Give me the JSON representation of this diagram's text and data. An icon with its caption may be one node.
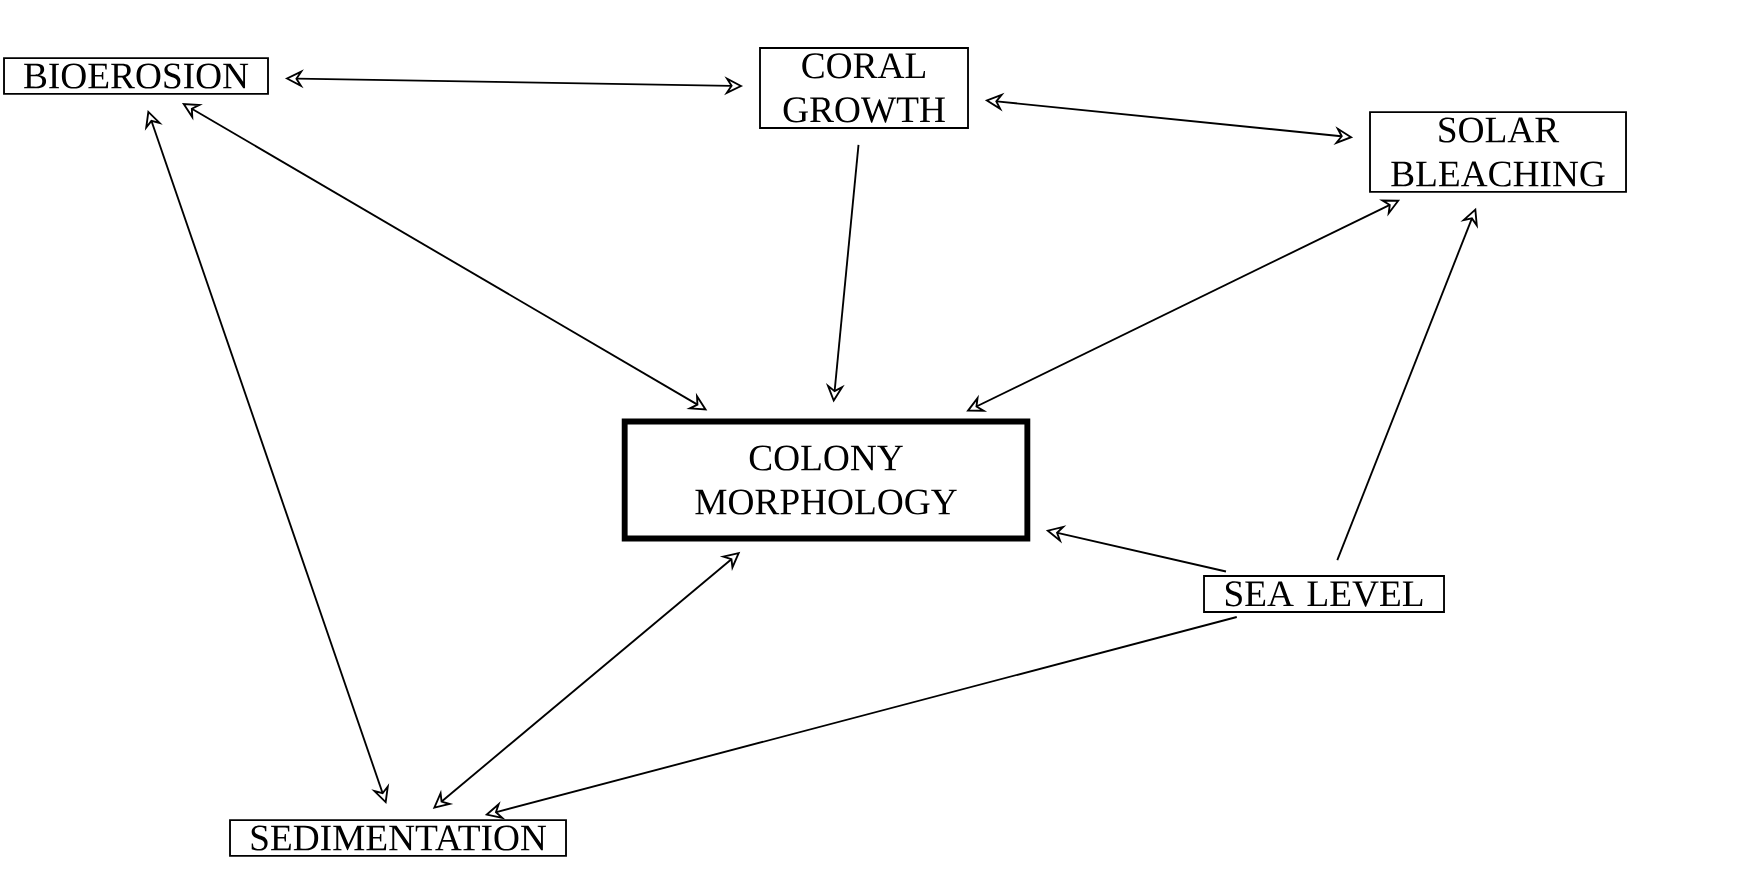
{
  "diagram": {
    "nodes": [
      {
        "text": [
          "BIOEROSION"
        ]
      },
      {
        "text": [
          "CORAL GROWTH"
        ]
      },
      {
        "text": [
          "SOLAR BLEACHING"
        ]
      },
      {
        "text": [
          "COLONY MORPHOLOGY"
        ]
      },
      {
        "text": [
          "SEA LEVEL"
        ]
      },
      {
        "text": [
          "SEDIMENTATION"
        ]
      }
    ],
    "edges": [
      {
        "from": 0,
        "to": 1,
        "arrow": "both"
      },
      {
        "from": 1,
        "to": 2,
        "arrow": "both"
      },
      {
        "from": 0,
        "to": 3,
        "arrow": "both"
      },
      {
        "from": 1,
        "to": 3,
        "arrow": "to"
      },
      {
        "from": 2,
        "to": 3,
        "arrow": "both"
      },
      {
        "from": 0,
        "to": 5,
        "arrow": "both"
      },
      {
        "from": 3,
        "to": 5,
        "arrow": "both"
      },
      {
        "from": 4,
        "to": 3,
        "arrow": "to"
      },
      {
        "from": 4,
        "to": 2,
        "arrow": "to"
      },
      {
        "from": 4,
        "to": 5,
        "arrow": "to"
      }
    ]
  }
}
